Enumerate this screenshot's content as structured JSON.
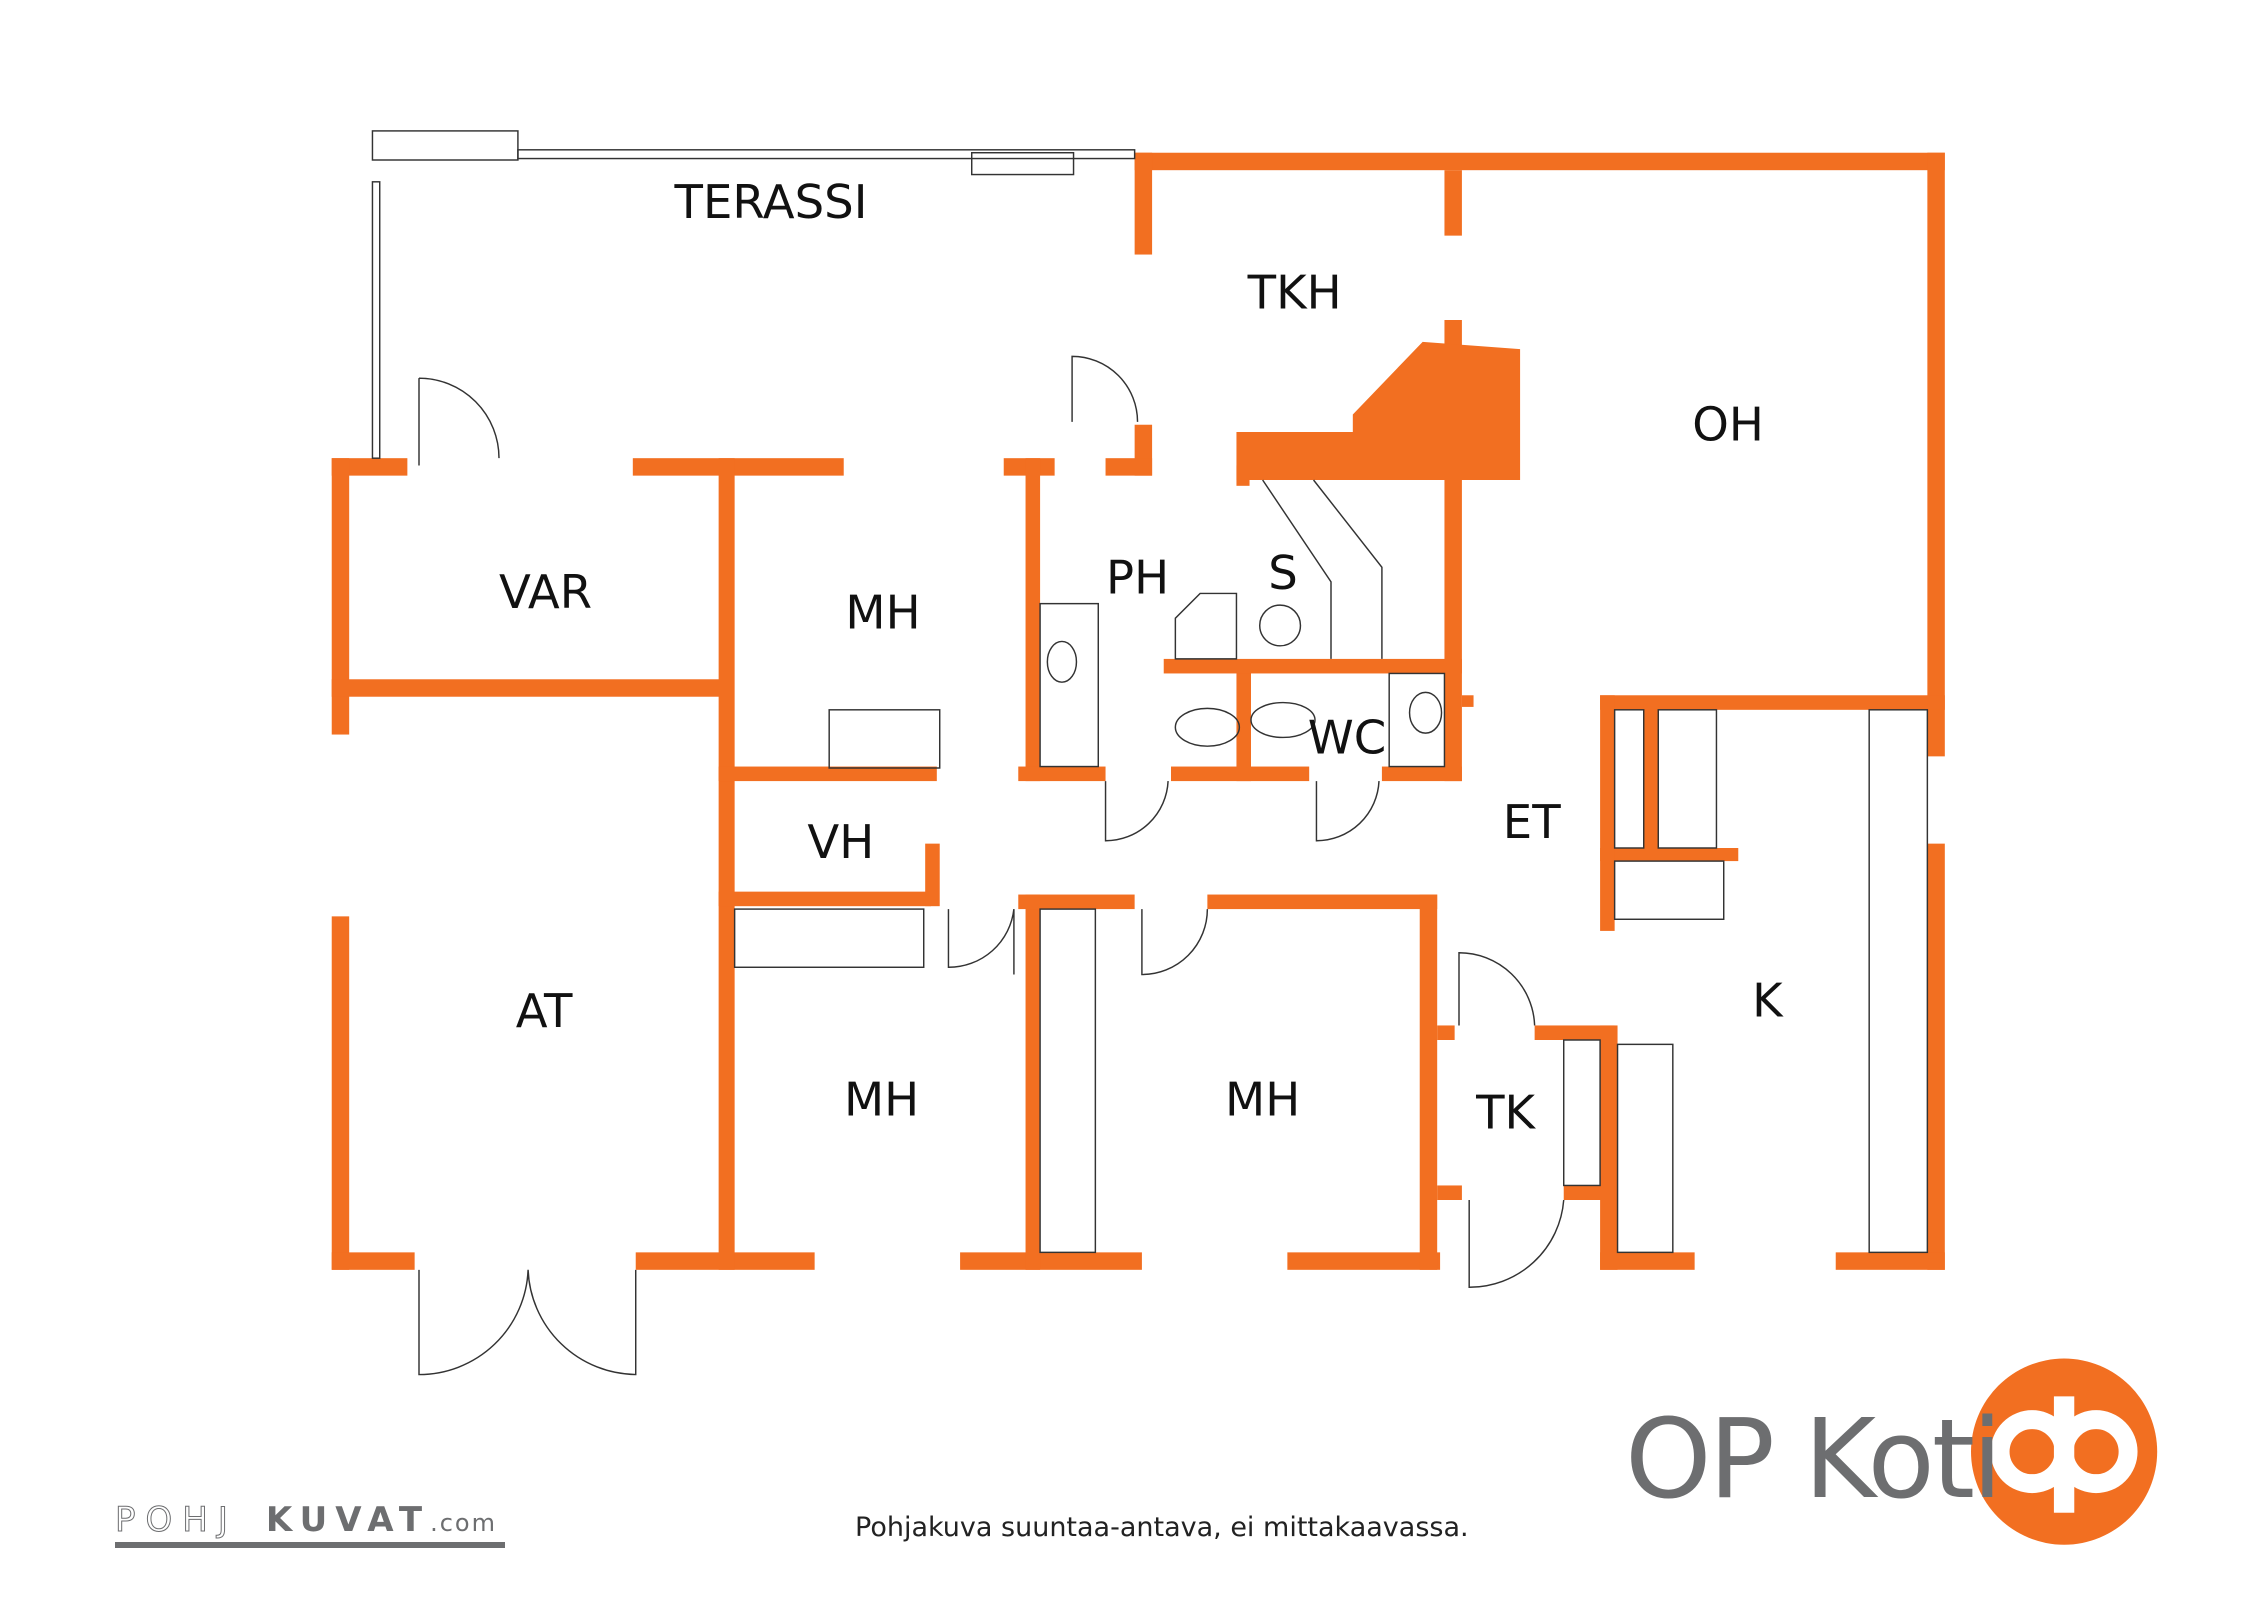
{
  "rooms": {
    "terassi": "TERASSI",
    "tkh": "TKH",
    "oh": "OH",
    "var": "VAR",
    "mh1": "MH",
    "ph": "PH",
    "s": "S",
    "wc": "WC",
    "et": "ET",
    "vh": "VH",
    "at": "AT",
    "mh2": "MH",
    "mh3": "MH",
    "tk": "TK",
    "k": "K"
  },
  "footer": {
    "disclaimer": "Pohjakuva suuntaa-antava, ei mittakaavassa.",
    "brand": "OP Koti",
    "maker_a": "POHJ",
    "maker_b": "KUVAT",
    "maker_c": ".com"
  },
  "colors": {
    "wall": "#f26f21",
    "brand": "#f26f21",
    "text_gray": "#6d6e70"
  }
}
